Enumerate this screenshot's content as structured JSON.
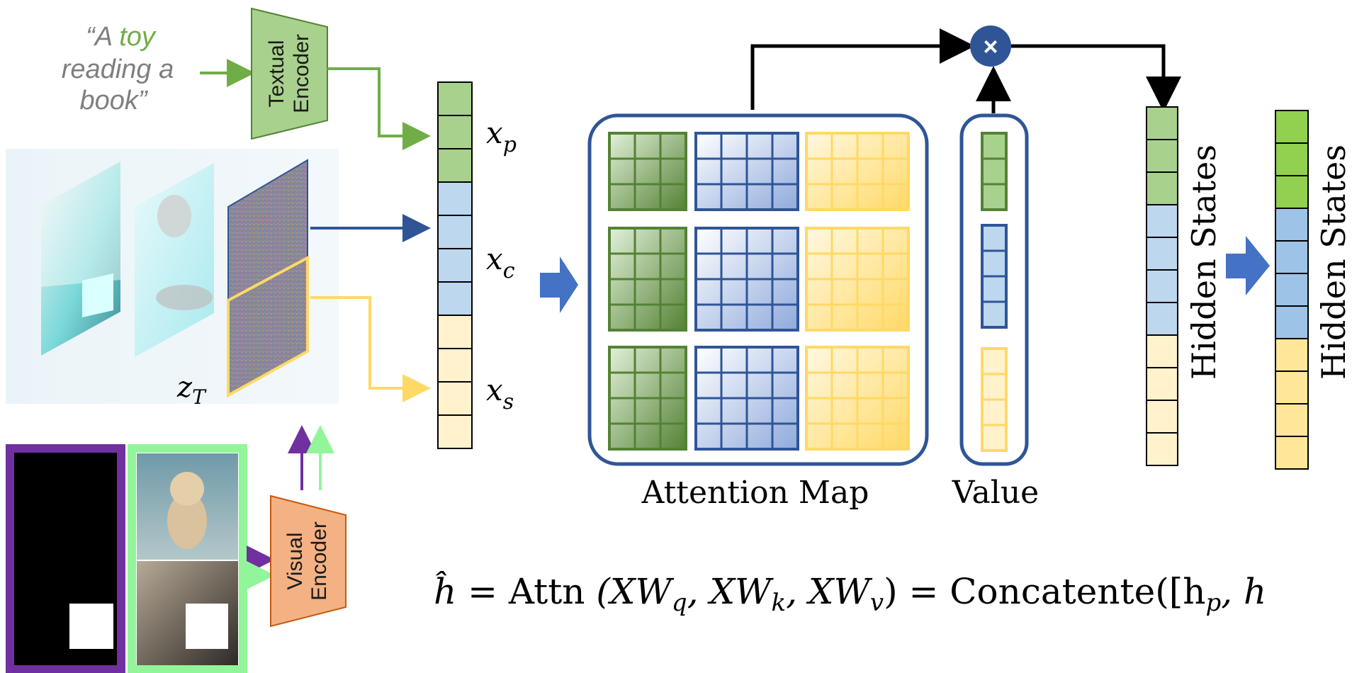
{
  "prompt": {
    "line1_prefix": "“A ",
    "line1_highlight": "toy",
    "line2": "reading a",
    "line3": "book”"
  },
  "textual_encoder": {
    "line1": "Textual",
    "line2": "Encoder"
  },
  "visual_encoder": {
    "line1": "Visual",
    "line2": "Encoder"
  },
  "latent_label": {
    "base": "z",
    "sub": "T"
  },
  "token_labels": [
    {
      "base": "x",
      "sub": "p"
    },
    {
      "base": "x",
      "sub": "c"
    },
    {
      "base": "x",
      "sub": "s"
    }
  ],
  "attention_map_label": "Attention Map",
  "value_label": "Value",
  "multiply_symbol": "×",
  "hidden_states_labels": [
    "Hidden States",
    "Hidden States"
  ],
  "equation": {
    "lhs": "ĥ",
    "eq1": " = ",
    "attn": "Attn",
    "args": " (XW",
    "q": "q",
    "mid1": ", XW",
    "k": "k",
    "mid2": ", XW",
    "v": "v",
    "close": ")",
    "eq2": " = ",
    "concat": "Concatente([h",
    "p": "p",
    "tail": ", h"
  },
  "colors": {
    "green": "#a9d18e",
    "green_dark": "#548235",
    "blue": "#bdd7ee",
    "blue_dark": "#2f5597",
    "yellow": "#fff2cc",
    "yellow_dark": "#ffd966",
    "text_encoder_fill": "#a9d18e",
    "visual_encoder_fill": "#f4b183",
    "purple": "#7030a0",
    "light_green": "#92f59a",
    "accent_blue": "#4472c4",
    "multiply_fill": "#2f5597",
    "prompt_gray": "#7f7f7f",
    "prompt_green": "#70ad47"
  }
}
